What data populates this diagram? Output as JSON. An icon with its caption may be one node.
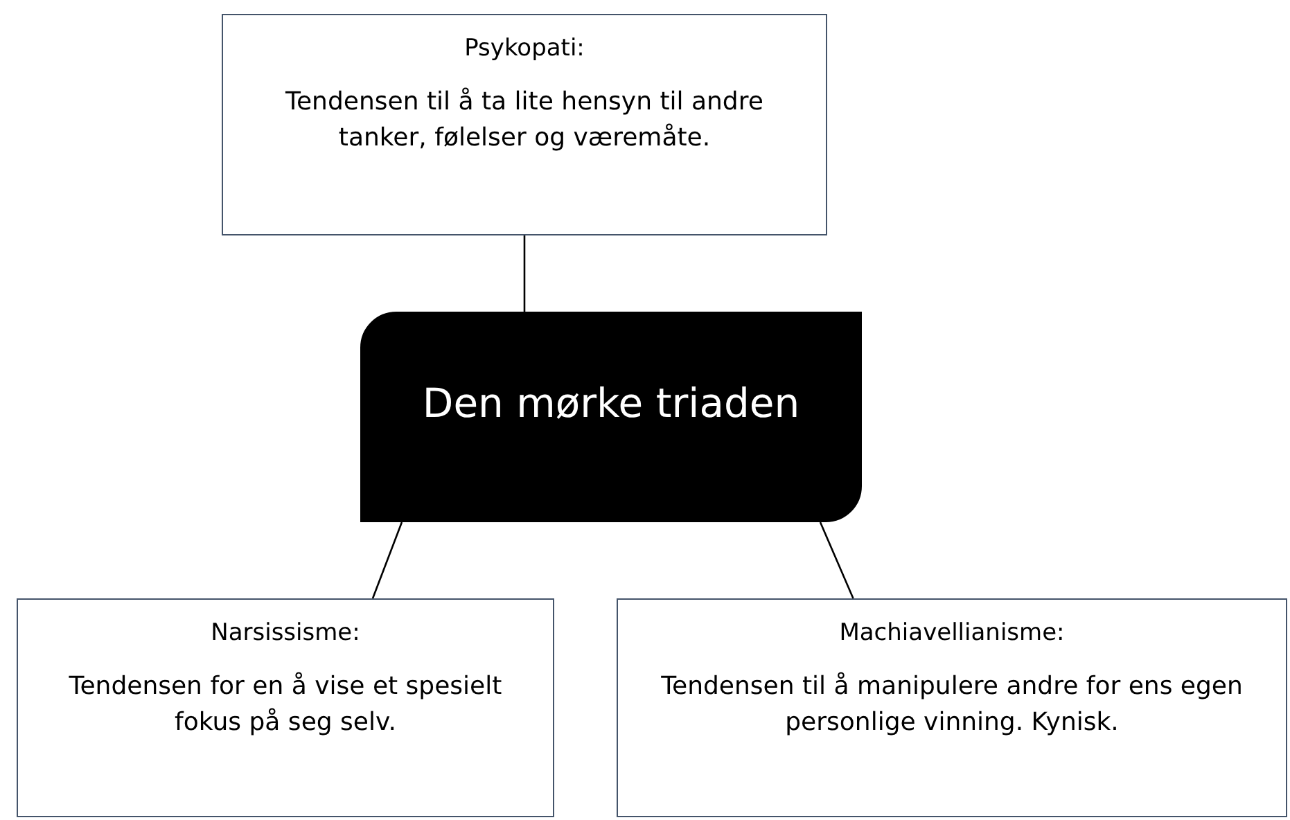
{
  "diagram": {
    "nodes": [
      {
        "text": [
          "Psykopati:",
          "Tendensen til å ta lite hensyn til andre tanker, følelser og væremåte."
        ]
      },
      {
        "text": [
          "Den mørke triaden"
        ]
      },
      {
        "text": [
          "Narsissisme:",
          "Tendensen for en å vise et spesielt fokus på seg selv."
        ]
      },
      {
        "text": [
          "Machiavellianisme:",
          "Tendensen til å manipulere andre for ens egen personlige vinning. Kynisk."
        ]
      }
    ],
    "edges": [
      {
        "from": 1,
        "to": 0,
        "arrow": "none"
      },
      {
        "from": 1,
        "to": 2,
        "arrow": "none"
      },
      {
        "from": 1,
        "to": 3,
        "arrow": "none"
      }
    ]
  }
}
